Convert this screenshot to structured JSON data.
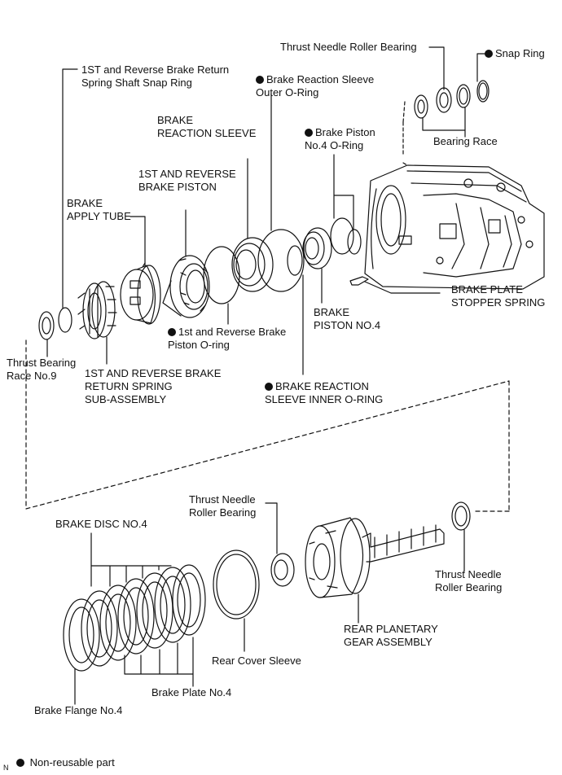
{
  "labels": {
    "thrust_needle_top": "Thrust Needle Roller Bearing",
    "snap_ring": "Snap Ring",
    "shaft_snap_ring": "1ST and Reverse Brake Return\nSpring Shaft Snap Ring",
    "reaction_outer_oring": "Brake Reaction Sleeve\nOuter O-Ring",
    "brake_reaction_sleeve": "BRAKE\nREACTION SLEEVE",
    "piston4_oring": "Brake Piston\nNo.4 O-Ring",
    "bearing_race": "Bearing Race",
    "rev_brake_piston": "1ST AND REVERSE\nBRAKE PISTON",
    "apply_tube": "BRAKE\nAPPLY TUBE",
    "plate_stopper": "BRAKE PLATE\nSTOPPER SPRING",
    "brake_piston4": "BRAKE\nPISTON NO.4",
    "piston_oring": "1st and Reverse Brake\nPiston O-ring",
    "thrust_race9": "Thrust Bearing\nRace No.9",
    "return_spring": "1ST AND REVERSE BRAKE\nRETURN SPRING\nSUB-ASSEMBLY",
    "reaction_inner_oring": "BRAKE REACTION\nSLEEVE INNER O-RING",
    "thrust_needle_mid": "Thrust Needle\nRoller Bearing",
    "brake_disc4": "BRAKE DISC NO.4",
    "thrust_needle_right": "Thrust Needle\nRoller Bearing",
    "rear_planetary": "REAR PLANETARY\nGEAR ASSEMBLY",
    "rear_cover_sleeve": "Rear Cover Sleeve",
    "brake_plate4": "Brake Plate No.4",
    "brake_flange4": "Brake Flange No.4"
  },
  "legend": {
    "text": "Non-reusable part",
    "corner_mark": "N"
  }
}
